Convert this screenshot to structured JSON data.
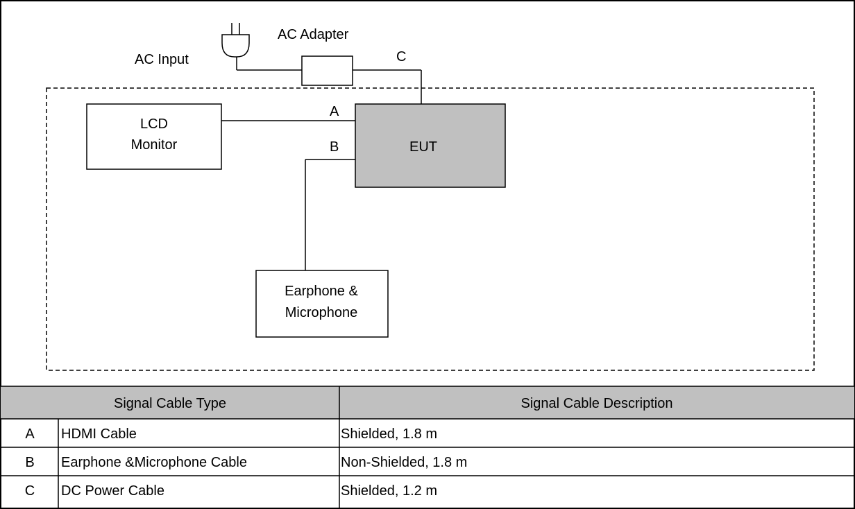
{
  "diagram": {
    "ac_input_label": "AC Input",
    "ac_adapter_label": "AC Adapter",
    "lcd_monitor_label": [
      "LCD",
      "Monitor"
    ],
    "eut_label": "EUT",
    "earphone_label": [
      "Earphone &",
      "Microphone"
    ],
    "cable_labels": {
      "a": "A",
      "b": "B",
      "c": "C"
    },
    "colors": {
      "eut_fill": "#c0c0c0",
      "header_fill": "#c0c0c0",
      "line": "#000000"
    },
    "icons": {
      "plug": "ac-plug-icon"
    }
  },
  "table": {
    "headers": [
      "Signal Cable Type",
      "Signal Cable Description"
    ],
    "rows": [
      {
        "id": "A",
        "type": "HDMI Cable",
        "description": "Shielded, 1.8 m"
      },
      {
        "id": "B",
        "type": "Earphone &Microphone Cable",
        "description": "Non-Shielded, 1.8 m"
      },
      {
        "id": "C",
        "type": "DC Power Cable",
        "description": "Shielded, 1.2 m"
      }
    ]
  }
}
